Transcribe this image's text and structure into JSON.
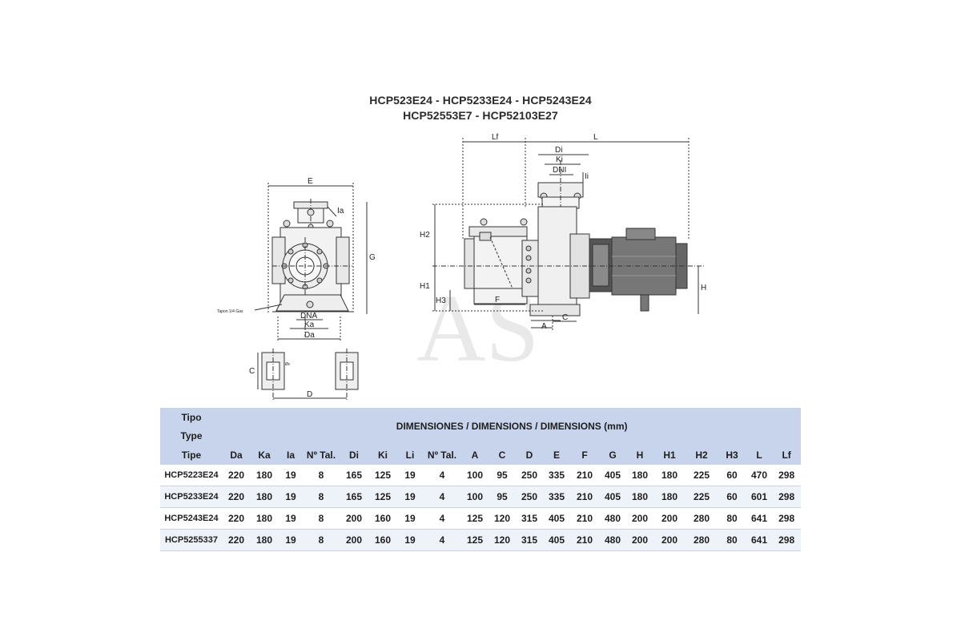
{
  "title": {
    "line1": "HCP523E24 - HCP5233E24 - HCP5243E24",
    "line2": "HCP52553E7 - HCP52103E27"
  },
  "drawing": {
    "watermark": "AS",
    "front_labels": [
      "E",
      "Ia",
      "G",
      "DNA",
      "Ka",
      "Da",
      "C",
      "D",
      "Tapon 1/4 Gas",
      "Øc"
    ],
    "side_labels": [
      "Lf",
      "L",
      "Di",
      "Ki",
      "DNI",
      "Ii",
      "H2",
      "H1",
      "H3",
      "F",
      "A",
      "C",
      "H"
    ]
  },
  "table": {
    "type_header": [
      "Tipo",
      "Type",
      "Tipe"
    ],
    "main_header": "DIMENSIONES / DIMENSIONS / DIMENSIONS (mm)",
    "columns": [
      "Da",
      "Ka",
      "Ia",
      "Nº Tal.",
      "Di",
      "Ki",
      "Li",
      "Nº Tal.",
      "A",
      "C",
      "D",
      "E",
      "F",
      "G",
      "H",
      "H1",
      "H2",
      "H3",
      "L",
      "Lf"
    ],
    "rows": [
      {
        "model": "HCP5223E24",
        "values": [
          "220",
          "180",
          "19",
          "8",
          "165",
          "125",
          "19",
          "4",
          "100",
          "95",
          "250",
          "335",
          "210",
          "405",
          "180",
          "180",
          "225",
          "60",
          "470",
          "298"
        ]
      },
      {
        "model": "HCP5233E24",
        "values": [
          "220",
          "180",
          "19",
          "8",
          "165",
          "125",
          "19",
          "4",
          "100",
          "95",
          "250",
          "335",
          "210",
          "405",
          "180",
          "180",
          "225",
          "60",
          "601",
          "298"
        ]
      },
      {
        "model": "HCP5243E24",
        "values": [
          "220",
          "180",
          "19",
          "8",
          "200",
          "160",
          "19",
          "4",
          "125",
          "120",
          "315",
          "405",
          "210",
          "480",
          "200",
          "200",
          "280",
          "80",
          "641",
          "298"
        ]
      },
      {
        "model": "HCP5255337",
        "values": [
          "220",
          "180",
          "19",
          "8",
          "200",
          "160",
          "19",
          "4",
          "125",
          "120",
          "315",
          "405",
          "210",
          "480",
          "200",
          "200",
          "280",
          "80",
          "641",
          "298"
        ]
      }
    ]
  }
}
